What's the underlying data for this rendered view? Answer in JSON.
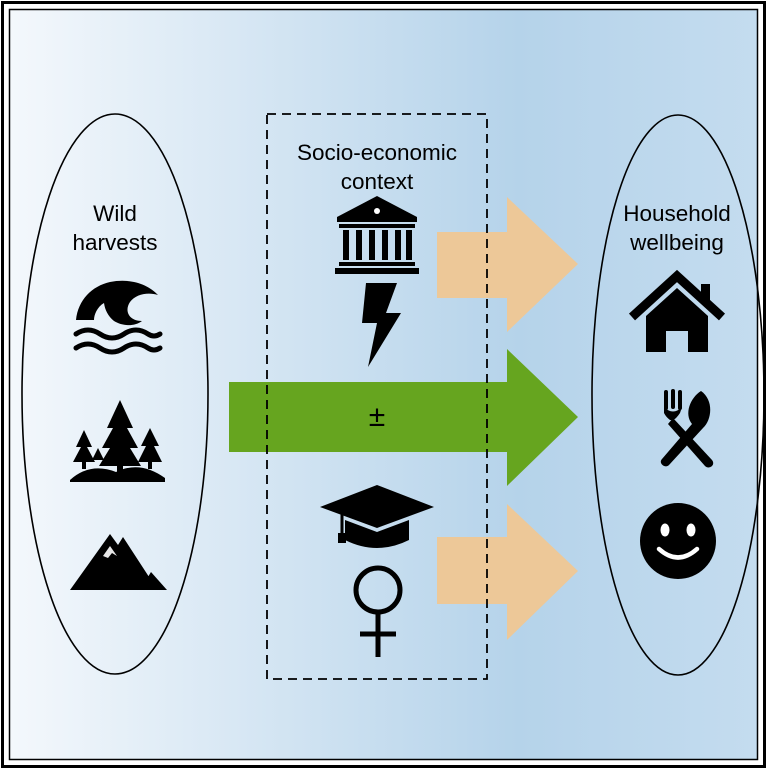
{
  "colors": {
    "background_left": "#f4f8fc",
    "background_right": "#b5d3ea",
    "main_arrow": "#66a51f",
    "side_arrows": "#edc898",
    "ink": "#000000"
  },
  "left_group": {
    "label_line1": "Wild",
    "label_line2": "harvests",
    "icons": [
      "wave-icon",
      "forest-icon",
      "mountain-icon"
    ]
  },
  "middle_group": {
    "label_line1": "Socio-economic",
    "label_line2": "context",
    "icons": [
      "institution-icon",
      "lightning-icon",
      "graduation-cap-icon",
      "female-symbol-icon"
    ]
  },
  "right_group": {
    "label_line1": "Household",
    "label_line2": "wellbeing",
    "icons": [
      "house-icon",
      "fork-knife-icon",
      "smiley-icon"
    ]
  },
  "main_arrow": {
    "symbol": "±"
  }
}
